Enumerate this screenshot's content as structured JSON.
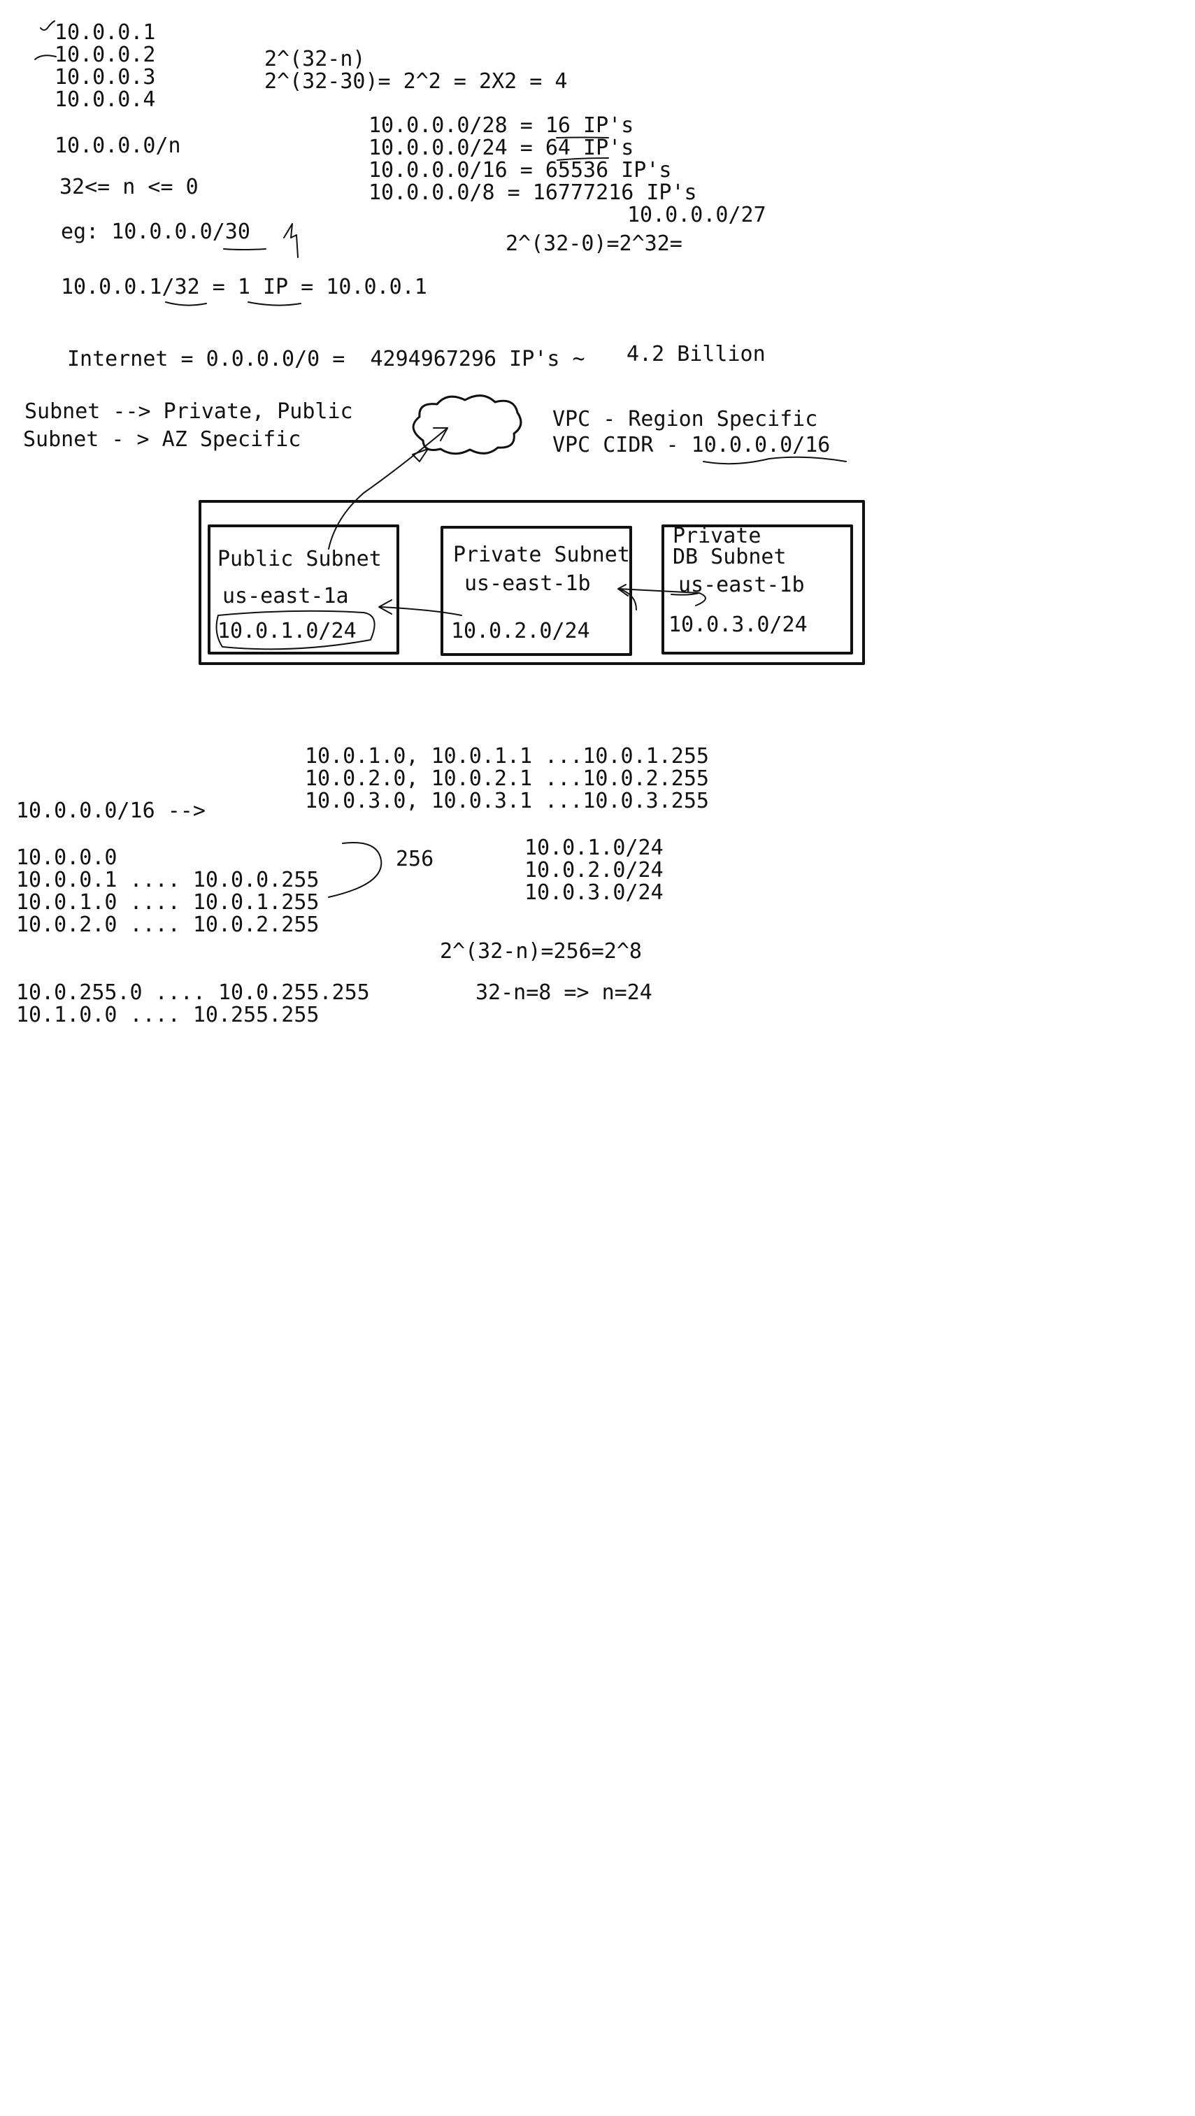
{
  "notes": {
    "ip_list": [
      "10.0.0.1",
      "10.0.0.2",
      "10.0.0.3",
      "10.0.0.4"
    ],
    "notation": "10.0.0.0/n",
    "range": "32<= n <= 0",
    "example": "eg: 10.0.0.0/30",
    "formula": "2^(32-n)",
    "formula_example": "2^(32-30)= 2^2 = 2X2 = 4",
    "cidr_sizes": [
      "10.0.0.0/28 = 16 IP's",
      "10.0.0.0/24 = 64 IP's",
      "10.0.0.0/16 = 65536 IP's",
      "10.0.0.0/8 = 16777216 IP's"
    ],
    "cidr_27": "10.0.0.0/27",
    "pow32": "2^(32-0)=2^32=",
    "single_ip": "10.0.0.1/32 = 1 IP = 10.0.0.1",
    "internet_prefix": "Internet = 0.0.0.0/0 =  4294967296 IP's ~",
    "internet_billion": "4.2 Billion"
  },
  "diagram": {
    "subnet_note_1": "Subnet --> Private, Public",
    "subnet_note_2": "Subnet - > AZ Specific",
    "vpc_note_1": "VPC - Region Specific",
    "vpc_note_2": "VPC CIDR - 10.0.0.0/16",
    "subnets": [
      {
        "title": "Public Subnet",
        "az": "us-east-1a",
        "cidr": "10.0.1.0/24"
      },
      {
        "title": "Private Subnet",
        "az": "us-east-1b",
        "cidr": "10.0.2.0/24"
      },
      {
        "title_line1": "Private",
        "title_line2": "DB Subnet",
        "az": "us-east-1b",
        "cidr": "10.0.3.0/24"
      }
    ]
  },
  "ranges": {
    "rows": [
      "10.0.1.0, 10.0.1.1 ...10.0.1.255",
      "10.0.2.0, 10.0.2.1 ...10.0.2.255",
      "10.0.3.0, 10.0.3.1 ...10.0.3.255"
    ],
    "vpc_arrow": "10.0.0.0/16 -->",
    "breakdown": [
      "10.0.0.0",
      "10.0.0.1 .... 10.0.0.255",
      "10.0.1.0 .... 10.0.1.255",
      "10.0.2.0 .... 10.0.2.255"
    ],
    "count_256": "256",
    "subnet_list": [
      "10.0.1.0/24",
      "10.0.2.0/24",
      "10.0.3.0/24"
    ],
    "calc_1": "2^(32-n)=256=2^8",
    "last_row_1": "10.0.255.0 .... 10.0.255.255",
    "calc_2": "32-n=8 => n=24",
    "last_row_2": "10.1.0.0 .... 10.255.255"
  },
  "colors": {
    "ink": "#111111",
    "background": "#ffffff"
  }
}
